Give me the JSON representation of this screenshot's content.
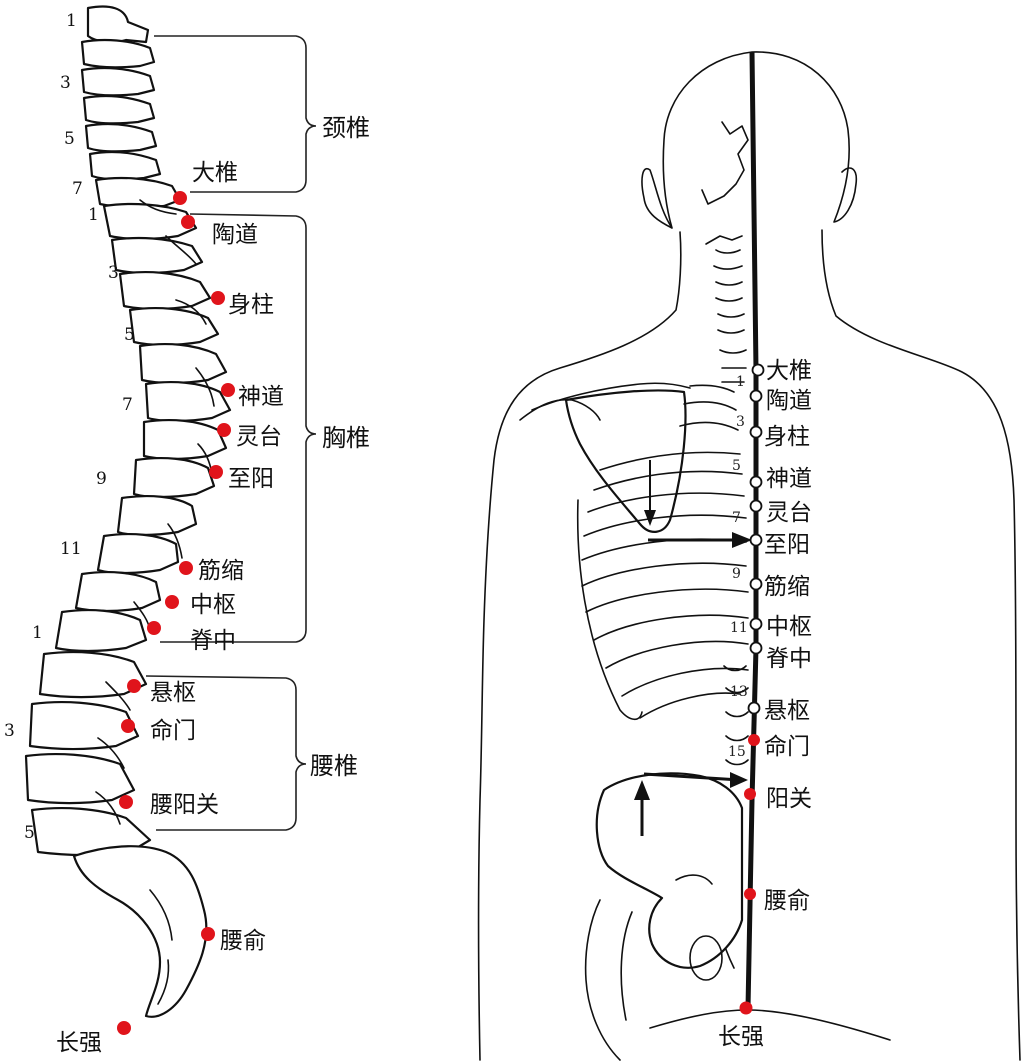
{
  "colors": {
    "point_red": "#e0141b",
    "line": "#111111",
    "hollow_point": "#ffffff"
  },
  "left_figure": {
    "vertebra_numbers": [
      "1",
      "3",
      "5",
      "7",
      "1",
      "3",
      "5",
      "7",
      "9",
      "11",
      "1",
      "3",
      "5"
    ],
    "groups": {
      "cervical": "颈椎",
      "thoracic": "胸椎",
      "lumbar": "腰椎"
    },
    "points": [
      "大椎",
      "陶道",
      "身柱",
      "神道",
      "灵台",
      "至阳",
      "筋缩",
      "中枢",
      "脊中",
      "悬枢",
      "命门",
      "腰阳关",
      "腰俞",
      "长强"
    ]
  },
  "right_figure": {
    "vertebra_numbers": [
      "1",
      "3",
      "5",
      "7",
      "9",
      "11",
      "13",
      "15"
    ],
    "points": [
      "大椎",
      "陶道",
      "身柱",
      "神道",
      "灵台",
      "至阳",
      "筋缩",
      "中枢",
      "脊中",
      "悬枢",
      "命门",
      "阳关",
      "腰俞",
      "长强"
    ]
  }
}
